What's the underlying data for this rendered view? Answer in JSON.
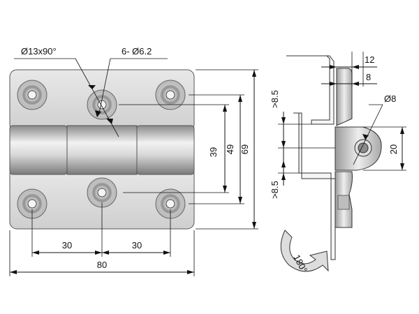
{
  "drawing": {
    "front_view": {
      "countersink_label": "Ø13x90°",
      "hole_label": "6- Ø6.2",
      "dim_39": "39",
      "dim_49": "49",
      "dim_69": "69",
      "dim_30_left": "30",
      "dim_30_right": "30",
      "dim_80": "80"
    },
    "side_view": {
      "dim_12": "12",
      "dim_8": "8",
      "dim_pin": "Ø8",
      "dim_20": "20",
      "dim_gap_top": ">8.5",
      "dim_gap_bottom": ">8.5",
      "rotation_label": "180°"
    }
  }
}
